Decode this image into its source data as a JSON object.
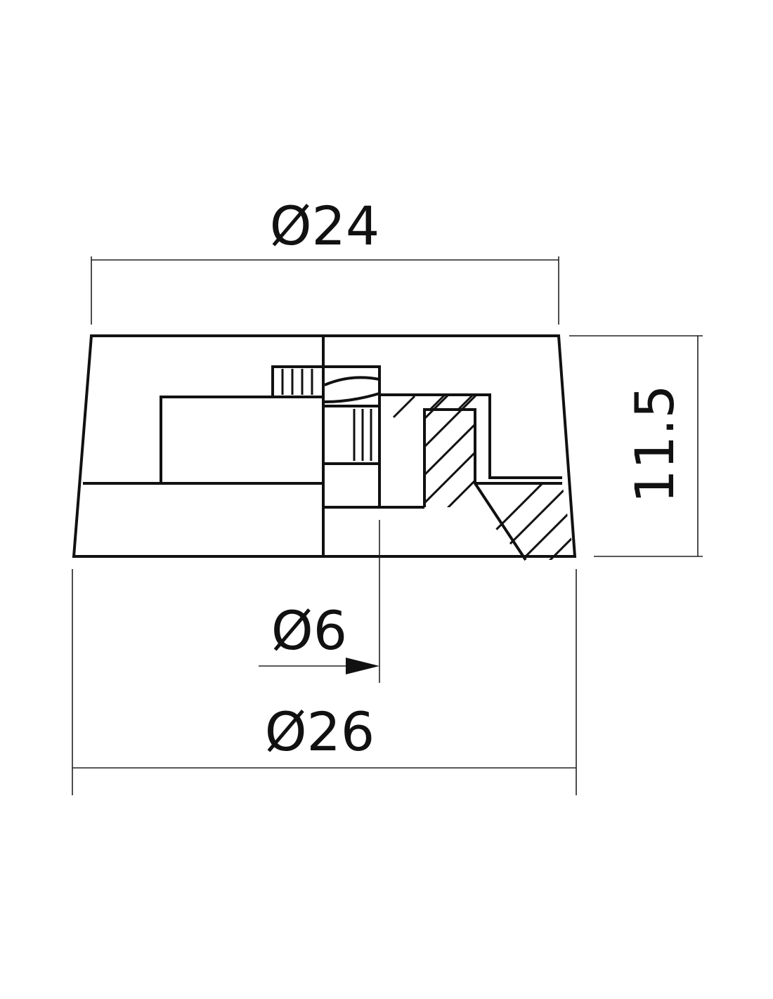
{
  "dimensions": {
    "top_diameter": "Ø24",
    "bore_diameter": "Ø6",
    "bottom_diameter": "Ø26",
    "height": "11.5"
  },
  "colors": {
    "line": "#111111",
    "background": "#ffffff"
  }
}
